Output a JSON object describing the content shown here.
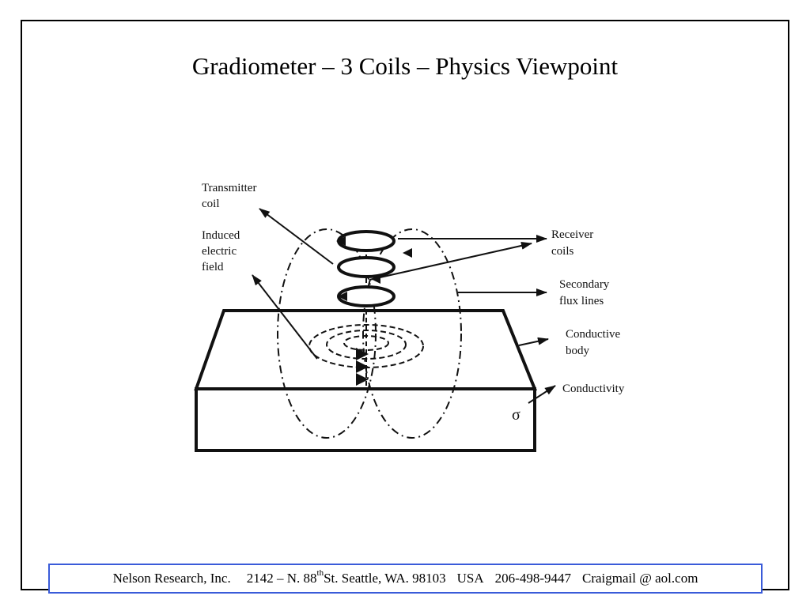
{
  "slide": {
    "title": "Gradiometer – 3 Coils – Physics Viewpoint"
  },
  "diagram": {
    "labels": {
      "transmitter_line1": "Transmitter",
      "transmitter_line2": "coil",
      "induced_line1": "Induced",
      "induced_line2": "electric",
      "induced_line3": "field",
      "receiver_line1": "Receiver",
      "receiver_line2": "coils",
      "secondary_line1": "Secondary",
      "secondary_line2": "flux lines",
      "conductive_line1": "Conductive",
      "conductive_line2": "body",
      "conductivity": "Conductivity",
      "sigma": "σ"
    },
    "colors": {
      "ink": "#111111"
    }
  },
  "footer": {
    "company": "Nelson Research, Inc.",
    "street_prefix": "2142 –  N. 88",
    "street_sup": "th",
    "street_suffix": " St. Seattle, WA. 98103",
    "country": "USA",
    "phone": "206-498-9447",
    "email": "Craigmail @ aol.com",
    "border_color": "#3a5bd9"
  }
}
